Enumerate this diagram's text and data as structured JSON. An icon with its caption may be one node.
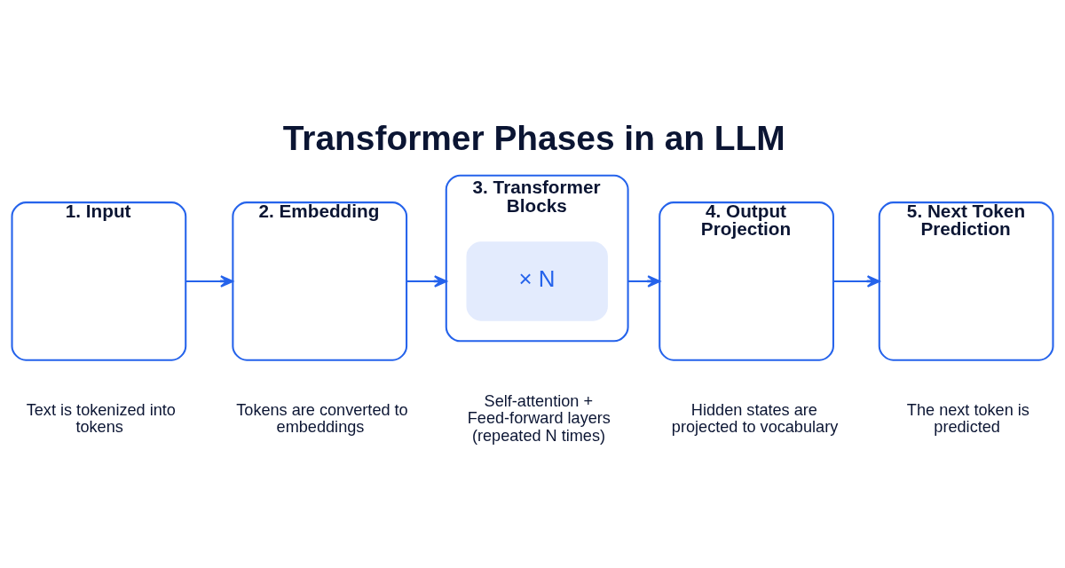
{
  "diagram": {
    "title": "Transformer Phases in an LLM",
    "nodes": [
      {
        "text": [
          "1. Input"
        ],
        "beside": [
          "Text is tokenized into tokens"
        ]
      },
      {
        "text": [
          "2. Embedding"
        ],
        "beside": [
          "Tokens are converted to embeddings"
        ]
      },
      {
        "text": [
          "3. Transformer Blocks"
        ],
        "beside": [
          "Self-attention + Feed-forward layers (repeated N times)"
        ]
      },
      {
        "text": [
          "× N"
        ],
        "in": 2
      },
      {
        "text": [
          "4. Output Projection"
        ],
        "beside": [
          "Hidden states are projected to vocabulary"
        ]
      },
      {
        "text": [
          "5. Next Token Prediction"
        ],
        "beside": [
          "The next token is predicted"
        ]
      }
    ],
    "edges": [
      {
        "from": 0,
        "to": 1,
        "arrow": "to"
      },
      {
        "from": 1,
        "to": 2,
        "arrow": "to"
      },
      {
        "from": 2,
        "to": 4,
        "arrow": "to"
      },
      {
        "from": 4,
        "to": 5,
        "arrow": "to"
      }
    ]
  }
}
